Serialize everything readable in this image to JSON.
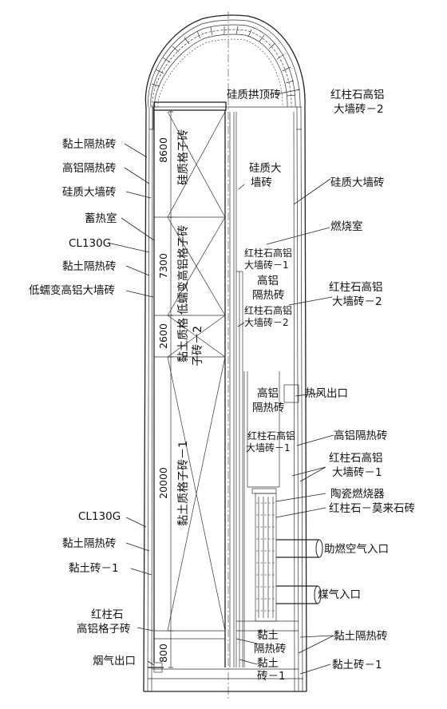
{
  "left_labels": {
    "clay_insul_1": "黏土隔热砖",
    "high_al_insul": "高铝隔热砖",
    "silica_wall": "硅质大墙砖",
    "regenerator": "蓄热室",
    "cl130g_1": "CL130G",
    "clay_insul_2": "黏土隔热砖",
    "low_creep": "低蠕变高铝大墙砖",
    "cl130g_2": "CL130G",
    "clay_insul_3": "黏土隔热砖",
    "clay_brick_1": "黏土砖－1",
    "andal_checker_l1": "红柱石",
    "andal_checker_l2": "高铝格子砖",
    "flue_outlet": "烟气出口"
  },
  "right_labels": {
    "silica_dome": "硅质拱顶砖",
    "andal_wall_2_l1": "红柱石高铝",
    "andal_wall_2_l2": "大墙砖－2",
    "silica_wall_right": "硅质大墙砖",
    "combustion_chamber": "燃烧室",
    "andal_wall_2b_l1": "红柱石高铝",
    "andal_wall_2b_l2": "大墙砖－2",
    "hot_blast_outlet": "热风出口",
    "high_al_insul_right": "高铝隔热砖",
    "andal_wall_1_l1": "红柱石高铝",
    "andal_wall_1_l2": "大墙砖－1",
    "ceramic_burner": "陶瓷燃烧器",
    "andal_mullite": "红柱石－莫来石砖",
    "combustion_air_inlet": "助燃空气入口",
    "gas_inlet": "煤气入口",
    "clay_insul_right": "黏土隔热砖",
    "clay_brick_1_right": "黏土砖－1"
  },
  "inner_labels": {
    "silica_wall_inner_l1": "硅质大",
    "silica_wall_inner_l2": "墙砖",
    "andal_wall_1_inner_l1": "红柱石高铝",
    "andal_wall_1_inner_l2": "大墙砖－1",
    "high_al_inner_l1": "高铝",
    "high_al_inner_l2": "隔热砖",
    "andal_wall_2_inner_l1": "红柱石高铝",
    "andal_wall_2_inner_l2": "大墙砖－2",
    "high_al_inner2_l1": "高铝",
    "high_al_inner2_l2": "隔热砖",
    "burner_wall_inner_l1": "红柱石高铝",
    "burner_wall_inner_l2": "大墙砖－1",
    "clay_inner_l1": "黏土",
    "clay_inner_l2": "隔热砖",
    "clay_brick_inner_l1": "黏土",
    "clay_brick_inner_l2": "砖－1"
  },
  "checker_labels": {
    "silica_checker": "硅质格子砖",
    "low_creep_checker": "低蠕变高铝格子砖",
    "clay_checker_2_l1": "黏土质格",
    "clay_checker_2_l2": "子砖－2",
    "clay_checker_1": "黏土质格子砖－1"
  },
  "dimensions": {
    "d1": "8600",
    "d2": "7300",
    "d3": "2600",
    "d4": "20000",
    "d5": "800"
  }
}
